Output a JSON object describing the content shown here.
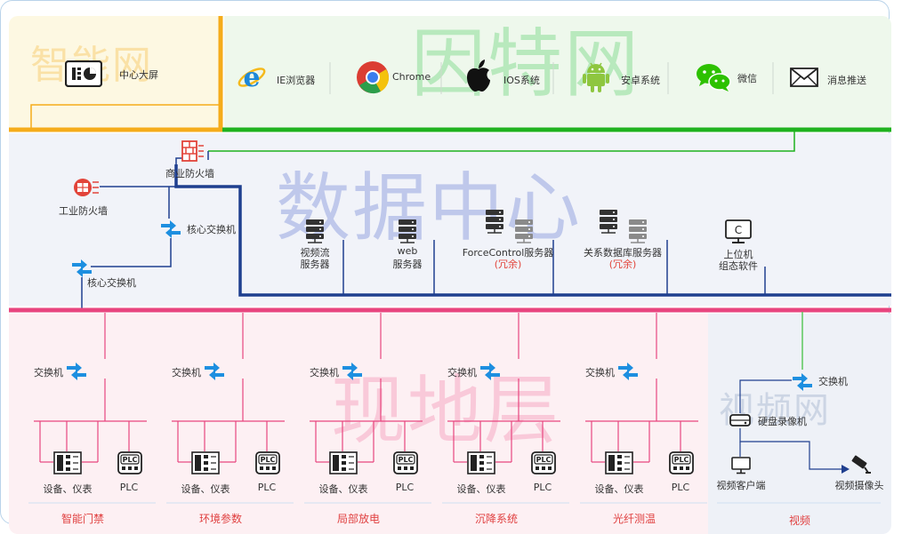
{
  "top": {
    "smart_net_watermark": "智能网",
    "center_screen": "中心大屏",
    "internet_watermark": "因特网",
    "clients": [
      {
        "id": "ie",
        "label": "IE浏览器",
        "icon": "ie-browser-icon"
      },
      {
        "id": "chrome",
        "label": "Chrome",
        "icon": "chrome-icon"
      },
      {
        "id": "ios",
        "label": "IOS系统",
        "icon": "apple-icon"
      },
      {
        "id": "android",
        "label": "安卓系统",
        "icon": "android-icon"
      },
      {
        "id": "wechat",
        "label": "微信",
        "icon": "wechat-icon"
      },
      {
        "id": "push",
        "label": "消息推送",
        "icon": "mail-icon"
      }
    ]
  },
  "datacenter": {
    "watermark": "数据中心",
    "commercial_firewall": "商业防火墙",
    "industrial_firewall": "工业防火墙",
    "core_switch_1": "核心交换机",
    "core_switch_2": "核心交换机",
    "servers": [
      {
        "id": "video-stream",
        "line1": "视频流",
        "line2": "服务器",
        "redundant": ""
      },
      {
        "id": "web",
        "line1": "web",
        "line2": "服务器",
        "redundant": ""
      },
      {
        "id": "forcecontrol",
        "line1": "ForceControl服务器",
        "line2": "",
        "redundant": "(冗余)"
      },
      {
        "id": "rdb",
        "line1": "关系数据库服务器",
        "line2": "",
        "redundant": "(冗余)"
      }
    ],
    "host": {
      "line1": "上位机",
      "line2": "组态软件"
    }
  },
  "field": {
    "watermark": "现地层",
    "switch_label": "交换机",
    "device_label": "设备、仪表",
    "plc_label": "PLC",
    "plc_icon_text": "PLC",
    "sections": [
      "智能门禁",
      "环境参数",
      "局部放电",
      "沉降系统",
      "光纤测温"
    ]
  },
  "video": {
    "watermark": "视频网",
    "switch_label": "交换机",
    "nvr": "硬盘录像机",
    "client": "视频客户端",
    "camera": "视频摄像头",
    "section": "视频"
  },
  "host_icon_text": "C",
  "colors": {
    "green_line": "#1fb21f",
    "navy_line": "#1f3f8f",
    "pink_line": "#e8457f",
    "orange_line": "#f5ac1b",
    "switch_blue": "#1d8fe0"
  }
}
